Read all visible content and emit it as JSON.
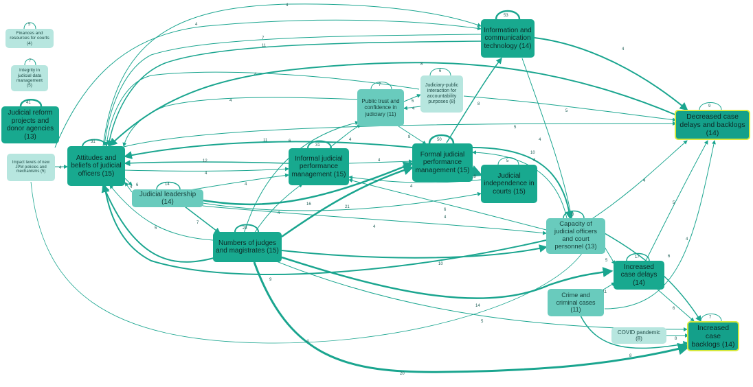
{
  "nodes": {
    "finances": "Finances and resources for courts (4)",
    "integrity": "Integrity in judicial data management (5)",
    "reform": "Judicial reform projects and donor agencies (13)",
    "impact": "Impact levels of new JPM policies and mechanisms (5)",
    "attitudes": "Attitudes and beliefs of judicial officers (15)",
    "leadership": "Judicial leadership (14)",
    "informal": "Informal judicial performance management (15)",
    "numbers": "Numbers of judges and magistrates (15)",
    "publictrust": "Public trust and confidence in judiciary (11)",
    "interaction": "Judiciary-public interaction for accountability purposes (8)",
    "formal": "Formal judicial performance management (15)",
    "independence": "Judicial independence in courts (15)",
    "ict": "Information and communication technology (14)",
    "capacity": "Capacity of judicial officers and court personnel (13)",
    "crime": "Crime and criminal cases (11)",
    "covid": "COVID pandemic (8)",
    "delays": "Increased case delays (14)",
    "decreased": "Decreased case delays and backlogs (14)",
    "backlogs": "Increased case backlogs (14)"
  },
  "loops": {
    "finances": "5",
    "integrity": "7",
    "reform": "41",
    "attitudes": "31",
    "leadership": "14",
    "informal": "31",
    "numbers": "23",
    "publictrust": "7",
    "interaction": "6",
    "formal": "50",
    "independence": "5",
    "ict": "53",
    "capacity": "8",
    "delays": "17",
    "decreased": "9",
    "backlogs": "7"
  },
  "edge_labels": {
    "e1": "4",
    "e2": "4",
    "e3": "4",
    "e4": "7",
    "e5": "11",
    "e6": "4",
    "e7": "8",
    "e8": "4",
    "e9": "5",
    "e10": "5",
    "e11": "4",
    "e12": "11",
    "e13": "12",
    "e14": "4",
    "e15": "4",
    "e16": "4",
    "e17": "6",
    "e18": "4",
    "e19": "16",
    "e20": "21",
    "e21": "5",
    "e22": "7",
    "e23": "9",
    "e24": "4",
    "e25": "10",
    "e26": "14",
    "e27": "5",
    "e28": "20",
    "e29": "4",
    "e30": "6",
    "e31": "8",
    "e32": "8",
    "e33": "10",
    "e34": "4",
    "e35": "18",
    "e36": "4",
    "e37": "6",
    "e38": "4",
    "e39": "4",
    "e40": "5",
    "e41": "5",
    "e42": "4",
    "e43": "6",
    "e44": "11",
    "e45": "6",
    "e46": "8",
    "e47": "8",
    "e48": "4",
    "e49": "5",
    "e50": "4",
    "e51": "4",
    "e52": "4",
    "e53": "6"
  },
  "colors": {
    "edge": "#1aa58f",
    "node_light": "#b7e6df",
    "node_mid": "#69cbbd",
    "node_dark": "#18a98f",
    "outcome_border": "#d6e83d"
  }
}
